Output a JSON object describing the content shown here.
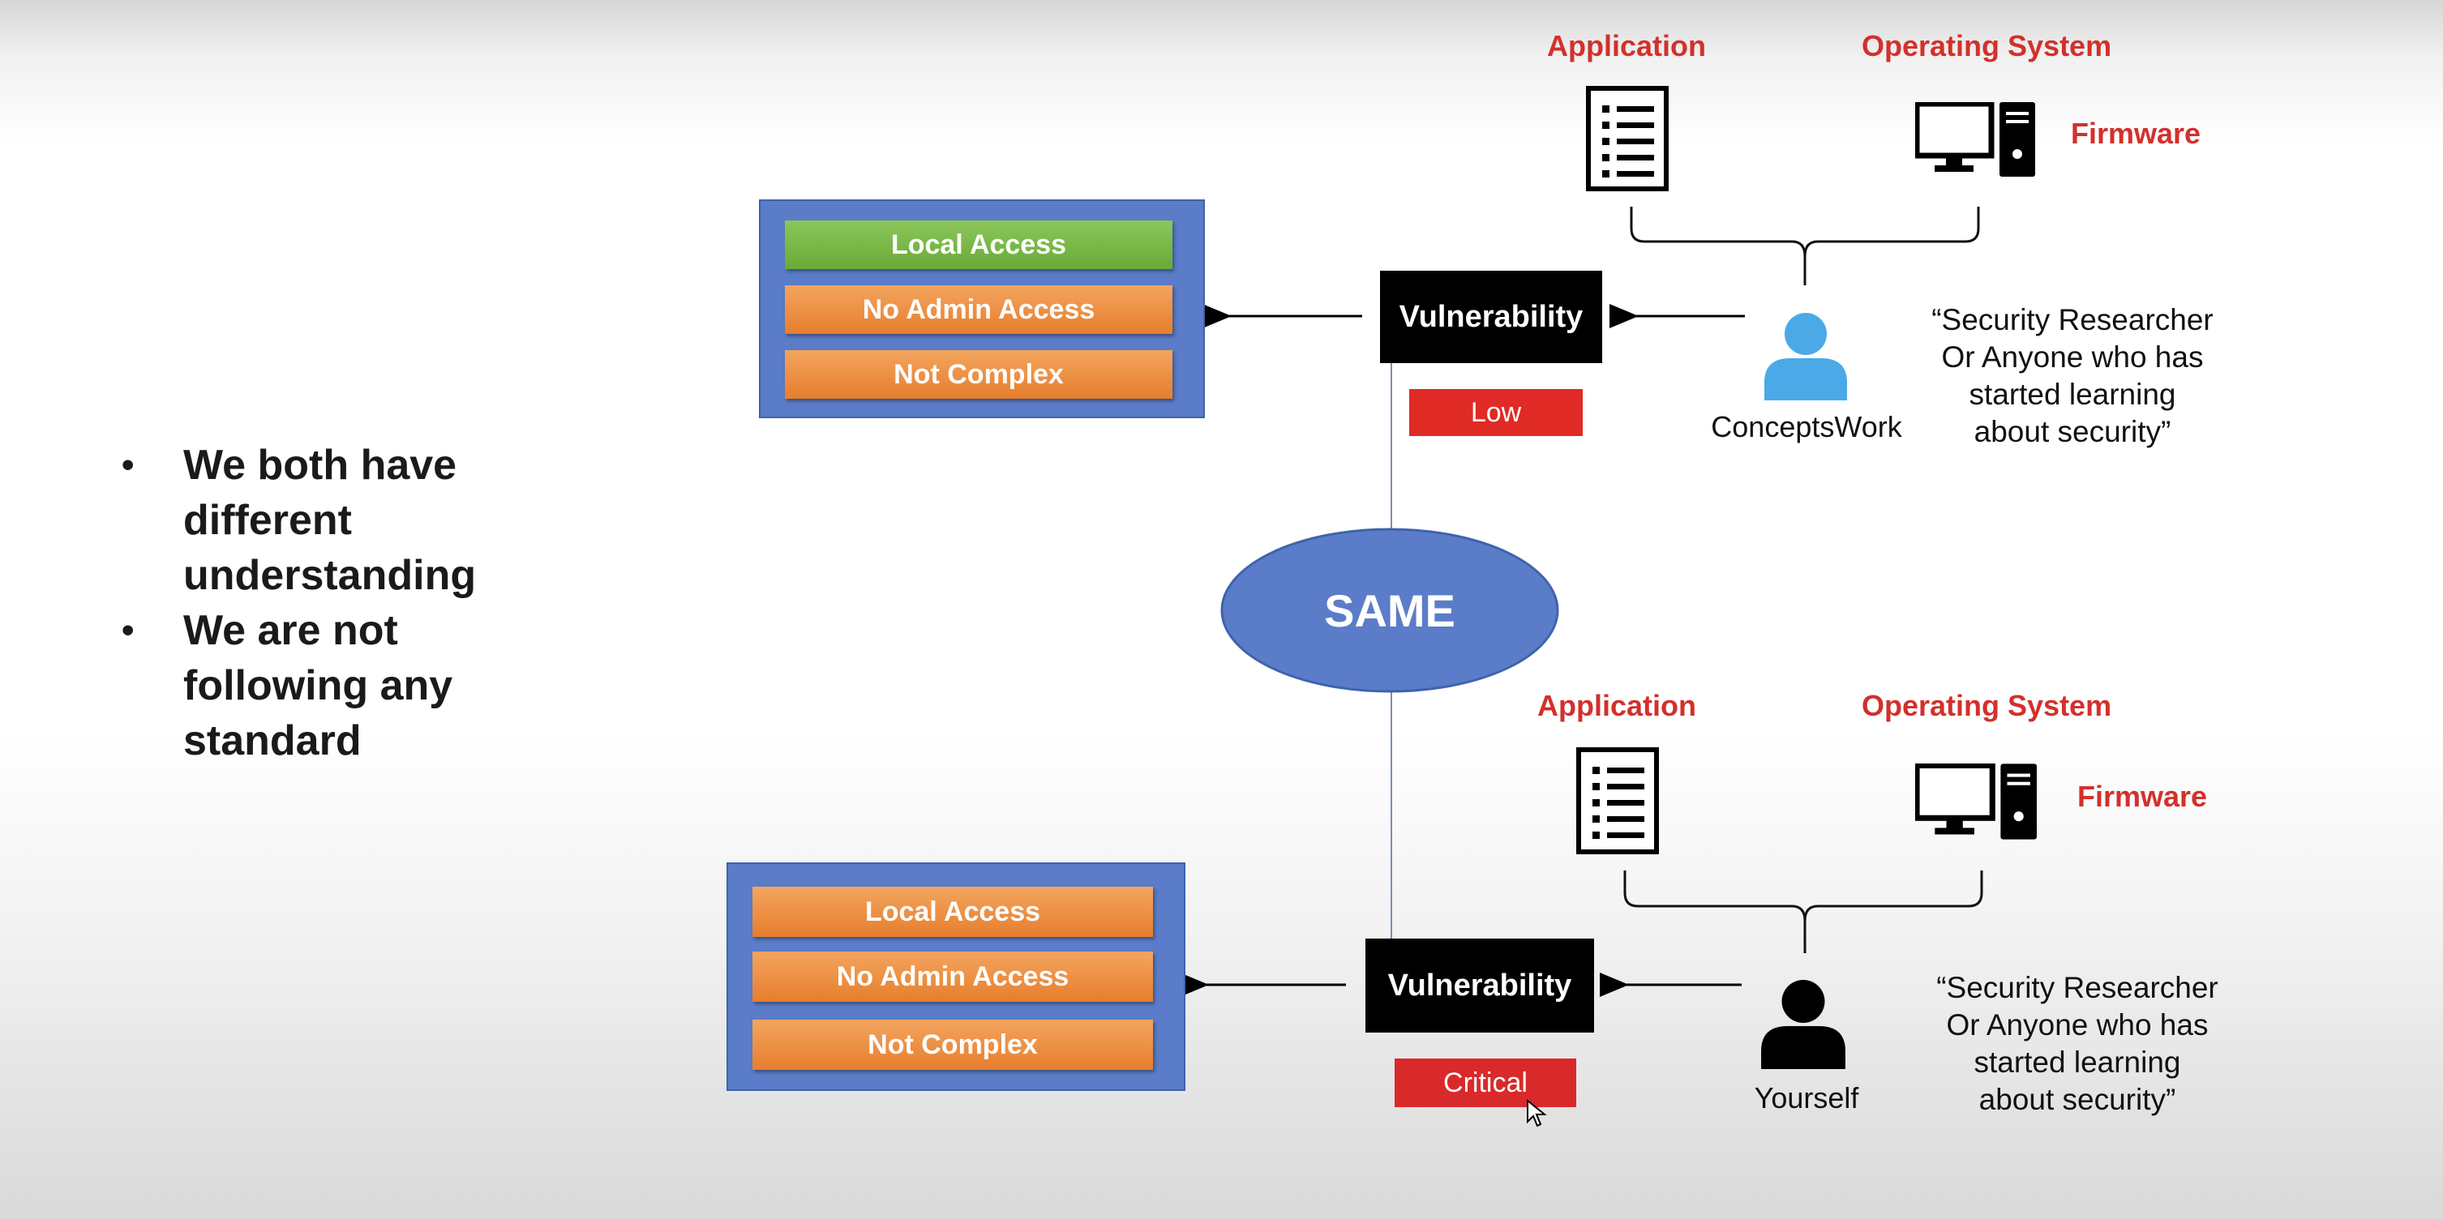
{
  "bullets": [
    "We both have different understanding",
    "We are not following any standard"
  ],
  "center_label": "SAME",
  "top": {
    "application_label": "Application",
    "os_label": "Operating System",
    "firmware_label": "Firmware",
    "vulnerability_label": "Vulnerability",
    "severity_label": "Low",
    "person_name": "ConceptsWork",
    "quote_lines": [
      "“Security Researcher",
      "Or Anyone who has",
      "started learning",
      "about security”"
    ],
    "panel_items": [
      "Local Access",
      "No Admin Access",
      "Not Complex"
    ]
  },
  "bottom": {
    "application_label": "Application",
    "os_label": "Operating System",
    "firmware_label": "Firmware",
    "vulnerability_label": "Vulnerability",
    "severity_label": "Critical",
    "person_name": "Yourself",
    "quote_lines": [
      "“Security Researcher",
      "Or Anyone who has",
      "started learning",
      "about security”"
    ],
    "panel_items": [
      "Local Access",
      "No Admin Access",
      "Not Complex"
    ]
  },
  "colors": {
    "panel_blue": "#5b7cc8",
    "orange": "#e67e2e",
    "green": "#6aa938",
    "red": "#e02a25",
    "label_red": "#d3302b",
    "person_blue": "#4aa9e6",
    "black": "#000000"
  },
  "icons": {
    "application": "document-list-icon",
    "os": "desktop-computer-icon",
    "top_person": "person-blue-icon",
    "bottom_person": "person-black-icon",
    "cursor": "mouse-pointer-icon"
  }
}
